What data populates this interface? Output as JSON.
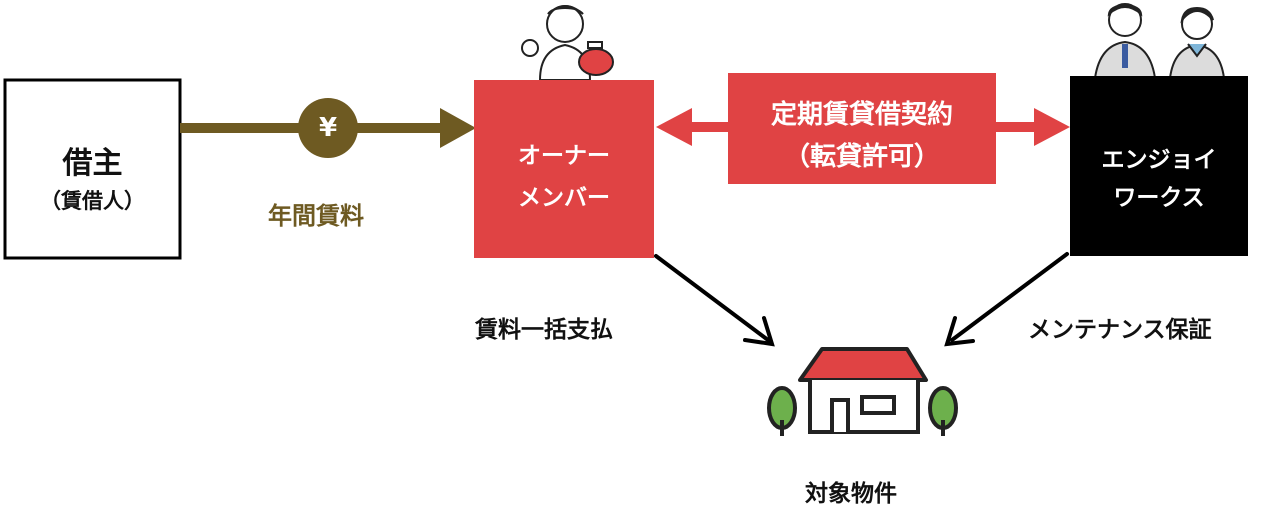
{
  "tenant": {
    "line1": "借主",
    "line2": "（賃借人）"
  },
  "rent_payment": {
    "symbol": "¥",
    "label": "年間賃料"
  },
  "owner": {
    "line1": "オーナー",
    "line2": "メンバー"
  },
  "contract": {
    "line1": "定期賃貸借契約",
    "line2": "（転貸許可）"
  },
  "company": {
    "line1": "エンジョイ",
    "line2": "ワークス"
  },
  "owner_payment_label": "賃料一括支払",
  "maintenance_label": "メンテナンス保証",
  "property_label": "対象物件",
  "colors": {
    "red": "#e04344",
    "brown": "#6e5a22",
    "black": "#000000",
    "green": "#6db04c"
  }
}
